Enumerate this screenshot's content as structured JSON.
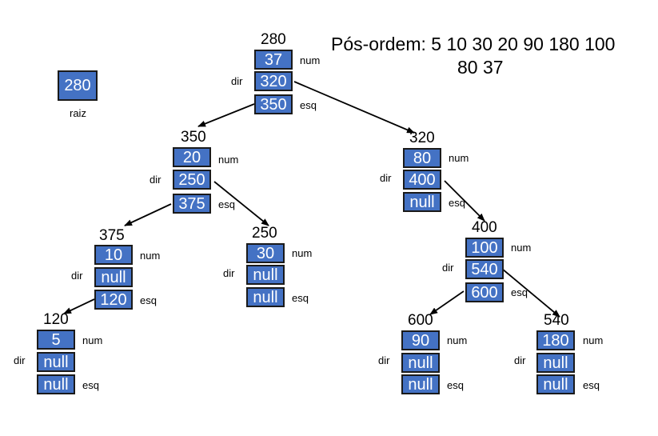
{
  "title": {
    "line1": "Pós-ordem: 5 10 30 20 90 180 100",
    "line2": "80 37"
  },
  "root": {
    "value": "280",
    "label": "raiz"
  },
  "field_labels": {
    "num": "num",
    "dir": "dir",
    "esq": "esq"
  },
  "nodes": [
    {
      "addr": "280",
      "num": "37",
      "dir": "320",
      "esq": "350"
    },
    {
      "addr": "350",
      "num": "20",
      "dir": "250",
      "esq": "375"
    },
    {
      "addr": "320",
      "num": "80",
      "dir": "400",
      "esq": "null"
    },
    {
      "addr": "375",
      "num": "10",
      "dir": "null",
      "esq": "120"
    },
    {
      "addr": "250",
      "num": "30",
      "dir": "null",
      "esq": "null"
    },
    {
      "addr": "400",
      "num": "100",
      "dir": "540",
      "esq": "600"
    },
    {
      "addr": "120",
      "num": "5",
      "dir": "null",
      "esq": "null"
    },
    {
      "addr": "600",
      "num": "90",
      "dir": "null",
      "esq": "null"
    },
    {
      "addr": "540",
      "num": "180",
      "dir": "null",
      "esq": "null"
    }
  ]
}
